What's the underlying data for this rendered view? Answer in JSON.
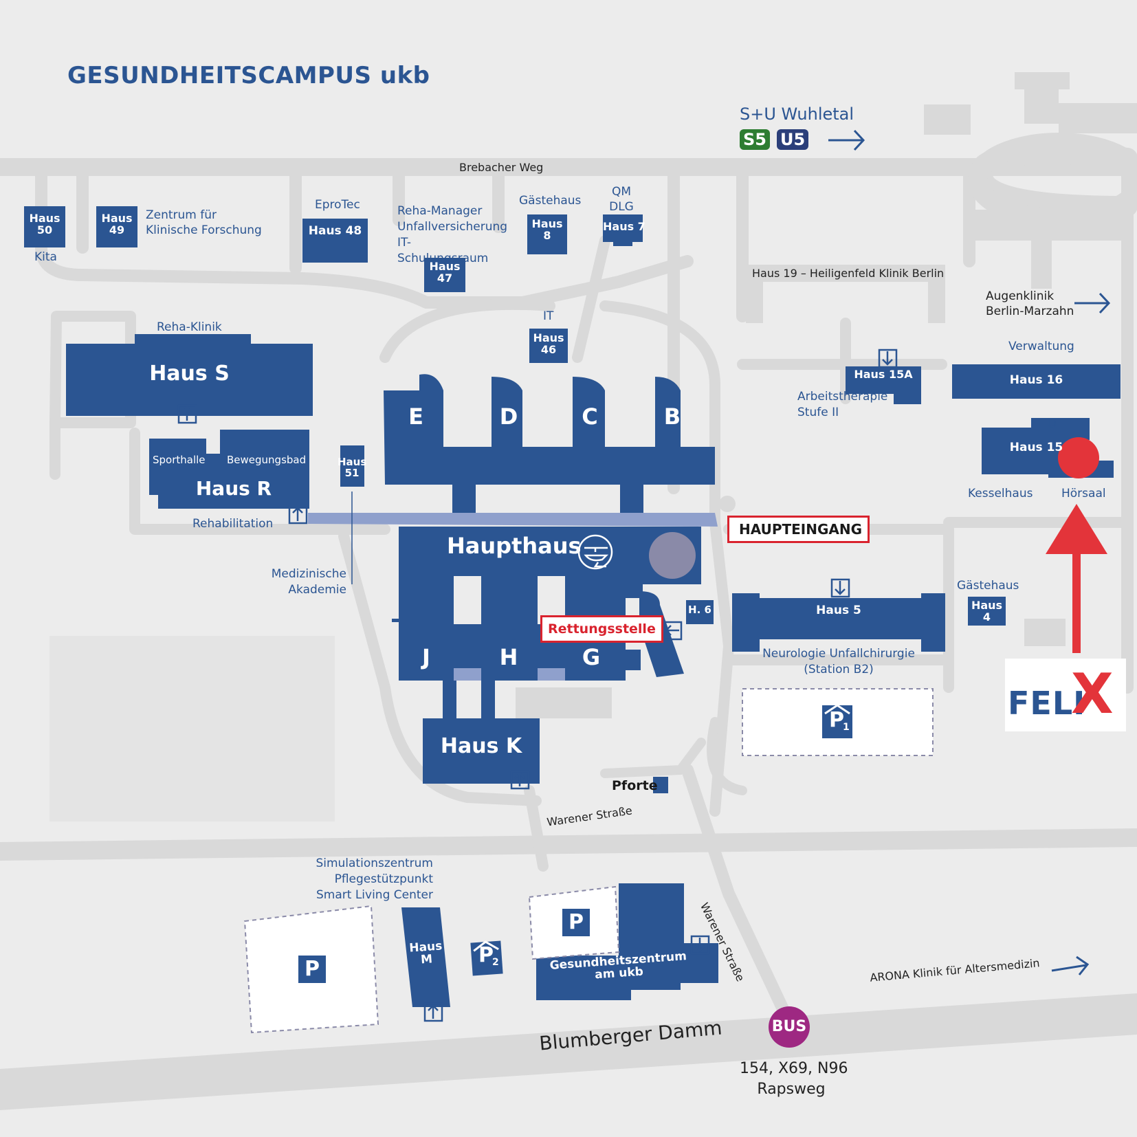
{
  "title": "GESUNDHEITSCAMPUS ukb",
  "transit": {
    "station": "S+U Wuhletal",
    "s_line": "S5",
    "u_line": "U5"
  },
  "streets": {
    "brebacher": "Brebacher Weg",
    "warener_h": "Warener Straße",
    "warener_v": "Warener Straße",
    "blumberger": "Blumberger Damm"
  },
  "buildings": {
    "haus50": "Haus 50",
    "haus50_label": "Kita",
    "haus49": "Haus 49",
    "haus49_label": "Zentrum für Klinische Forschung",
    "haus48": "Haus 48",
    "haus48_label": "EproTec",
    "haus47": "Haus 47",
    "haus47_label": "Reha-Manager Unfallversicherung IT-Schulungsraum",
    "haus8": "Haus 8",
    "haus8_label": "Gästehaus",
    "haus7": "Haus 7",
    "haus7_label": "QM DLG",
    "haus46": "Haus 46",
    "haus46_label": "IT",
    "haus19_label": "Haus 19 – Heiligenfeld Klinik Berlin",
    "augenklinik": "Augenklinik Berlin-Marzahn",
    "hausS": "Haus S",
    "hausS_label": "Reha-Klinik",
    "hausR": "Haus R",
    "hausR_label": "Rehabilitation",
    "sporthalle": "Sporthalle",
    "bewegungsbad": "Bewegungsbad",
    "haus51": "Haus 51",
    "med_akademie": "Medizinische Akademie",
    "wing_e": "E",
    "wing_d": "D",
    "wing_c": "C",
    "wing_b": "B",
    "haupthaus": "Haupthaus",
    "wing_j": "J",
    "wing_h": "H",
    "wing_g": "G",
    "hausK": "Haus K",
    "haus15a": "Haus 15A",
    "haus15a_label": "Arbeitstherapie Stufe II",
    "haus16": "Haus 16",
    "haus16_label": "Verwaltung",
    "haus15": "Haus 15",
    "kesselhaus": "Kesselhaus",
    "hoersaal": "Hörsaal",
    "haus6": "H. 6",
    "haus5": "Haus 5",
    "haus5_label": "Neurologie Unfallchirurgie (Station B2)",
    "haus4": "Haus 4",
    "haus4_label": "Gästehaus",
    "pforte": "Pforte",
    "simulation": "Simulationszentrum Pflegestützpunkt Smart Living Center",
    "hausM": "Haus M",
    "gesundheitszentrum": "Gesundheitszentrum am ukb",
    "arona": "ARONA Klinik für Altersmedizin"
  },
  "callouts": {
    "haupteingang": "HAUPTEINGANG",
    "rettungsstelle": "Rettungsstelle",
    "felix_prefix": "FELI",
    "felix_x": "X"
  },
  "parking": {
    "p1": "P",
    "p1_sub": "1",
    "p2": "P",
    "p2_sub": "2",
    "p_left": "P",
    "p_center": "P"
  },
  "bus": {
    "badge": "BUS",
    "lines": "154, X69, N96",
    "stop": "Rapsweg"
  },
  "colors": {
    "building": "#2b5592",
    "road": "#d9d9d9",
    "background": "#ececec",
    "accent_red": "#d9232e",
    "s_bahn": "#2e7d32",
    "u_bahn": "#2b3f7a",
    "bus": "#9e2882",
    "walkway": "#8fa0cc"
  }
}
